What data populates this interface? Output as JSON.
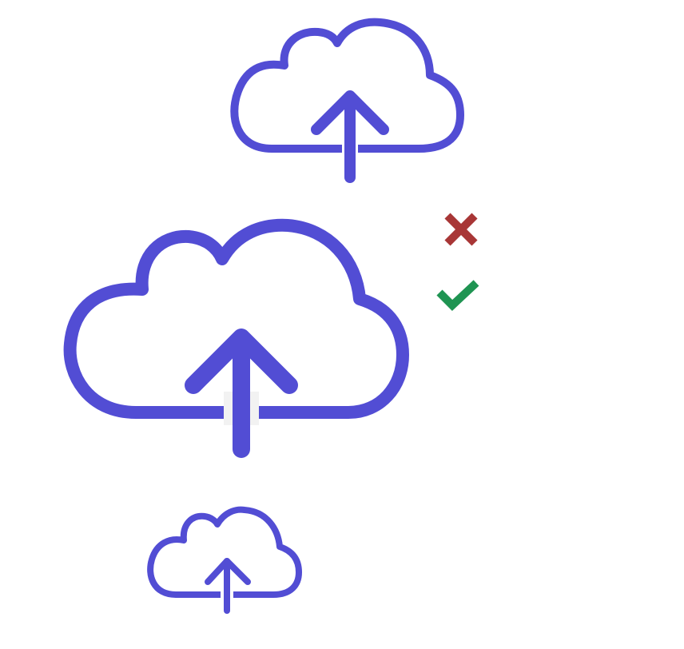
{
  "colors": {
    "accent": "#524DD4",
    "error": "#A83636",
    "success": "#1F9452",
    "background": "#FFFFFF"
  },
  "icons": [
    {
      "name": "cloud-upload-icon",
      "variant": "top"
    },
    {
      "name": "cloud-upload-icon",
      "variant": "middle"
    },
    {
      "name": "cloud-upload-icon",
      "variant": "bottom"
    },
    {
      "name": "close-icon"
    },
    {
      "name": "checkmark-icon"
    }
  ]
}
